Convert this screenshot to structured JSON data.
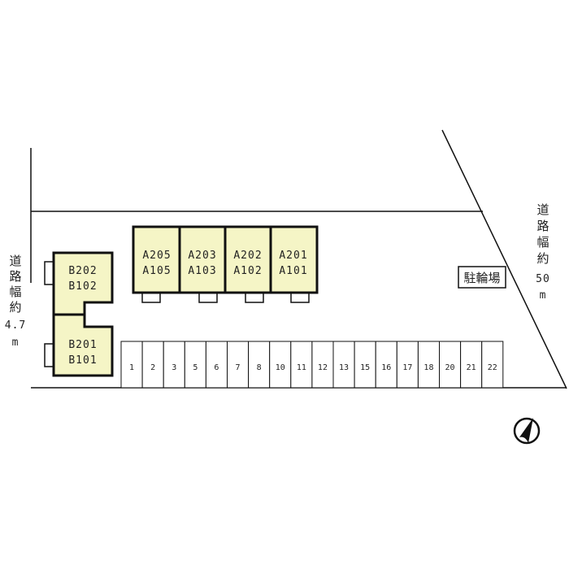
{
  "colors": {
    "building_fill": "#f5f5c6",
    "line": "#111111"
  },
  "roads": {
    "left": {
      "label_chars": [
        "道",
        "路",
        "幅",
        "約"
      ],
      "width": "4.7",
      "unit": "m"
    },
    "right": {
      "label_chars": [
        "道",
        "路",
        "幅",
        "約"
      ],
      "width": "50",
      "unit": "m"
    }
  },
  "building_a": {
    "units": [
      {
        "upper": "A205",
        "lower": "A105"
      },
      {
        "upper": "A203",
        "lower": "A103"
      },
      {
        "upper": "A202",
        "lower": "A102"
      },
      {
        "upper": "A201",
        "lower": "A101"
      }
    ]
  },
  "building_b": {
    "units": [
      {
        "upper": "B202",
        "lower": "B102"
      },
      {
        "upper": "B201",
        "lower": "B101"
      }
    ]
  },
  "bicycle_parking": "駐輪場",
  "parking_spaces": [
    "1",
    "2",
    "3",
    "5",
    "6",
    "7",
    "8",
    "10",
    "11",
    "12",
    "13",
    "15",
    "16",
    "17",
    "18",
    "20",
    "21",
    "22"
  ],
  "compass": "north-arrow"
}
